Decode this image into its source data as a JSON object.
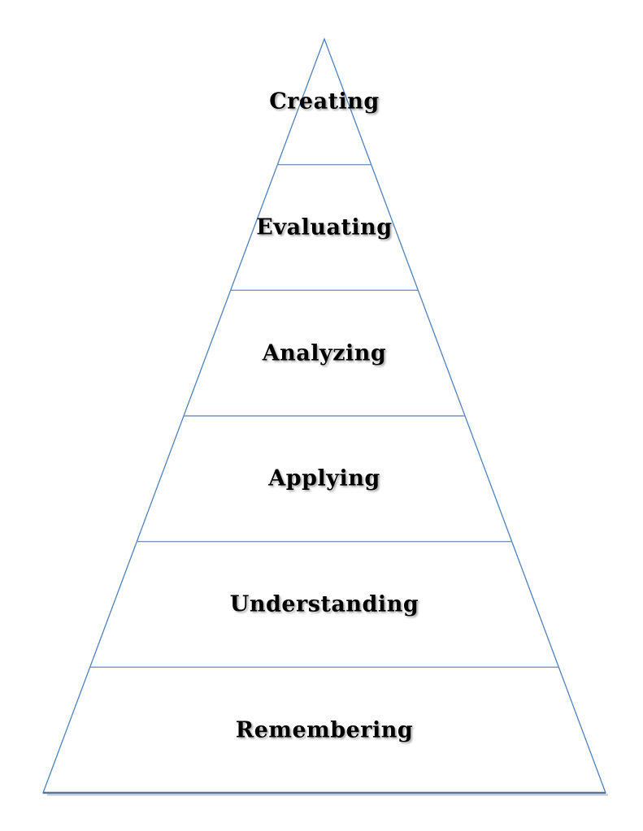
{
  "diagram": {
    "type": "pyramid",
    "levels": [
      {
        "label": "Creating"
      },
      {
        "label": "Evaluating"
      },
      {
        "label": "Analyzing"
      },
      {
        "label": "Applying"
      },
      {
        "label": "Understanding"
      },
      {
        "label": "Remembering"
      }
    ],
    "colors": {
      "outline": "#4f81bd",
      "divider": "#7693b8",
      "base_line": "#54779f",
      "base_shadow": "#9aa7b5",
      "text": "#000000",
      "background": "#ffffff"
    }
  }
}
